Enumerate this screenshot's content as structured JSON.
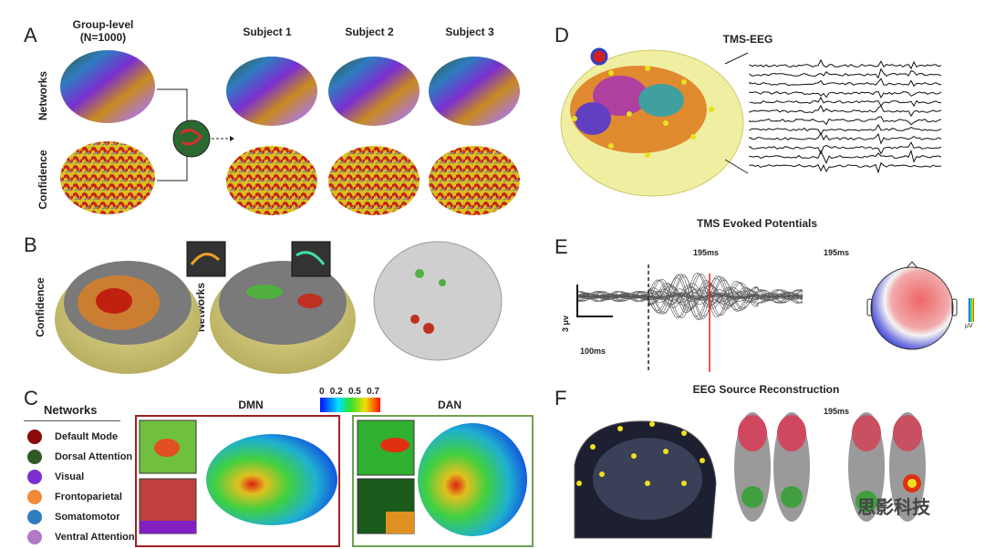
{
  "panels": {
    "A": "A",
    "B": "B",
    "C": "C",
    "D": "D",
    "E": "E",
    "F": "F"
  },
  "panel_a": {
    "group_title": "Group-level",
    "group_n": "(N=1000)",
    "subjects": [
      "Subject 1",
      "Subject 2",
      "Subject 3"
    ],
    "row_networks": "Networks",
    "row_confidence": "Confidence"
  },
  "panel_b": {
    "confidence": "Confidence",
    "networks": "Networks"
  },
  "panel_c": {
    "legend_title": "Networks",
    "legend": [
      {
        "label": "Default Mode",
        "color": "#8b0a0a"
      },
      {
        "label": "Dorsal Attention",
        "color": "#2f5a26"
      },
      {
        "label": "Visual",
        "color": "#7b2fd0"
      },
      {
        "label": "Frontoparietal",
        "color": "#f08a3a"
      },
      {
        "label": "Somatomotor",
        "color": "#2f7bc0"
      },
      {
        "label": "Ventral Attention",
        "color": "#b07ac8"
      }
    ],
    "dmn": "DMN",
    "dan": "DAN",
    "scale_ticks": [
      "0",
      "0.2",
      "0.5",
      "0.7"
    ]
  },
  "panel_d": {
    "title": "TMS-EEG"
  },
  "panel_e": {
    "title": "TMS Evoked Potentials",
    "time_marker": "195ms",
    "topo_time": "195ms",
    "scale_y": "3 μv",
    "scale_x": "100ms",
    "colorbar_unit": "μV"
  },
  "panel_f": {
    "title": "EEG Source Reconstruction",
    "time": "195ms"
  },
  "watermark": {
    "text": "思影科技"
  }
}
